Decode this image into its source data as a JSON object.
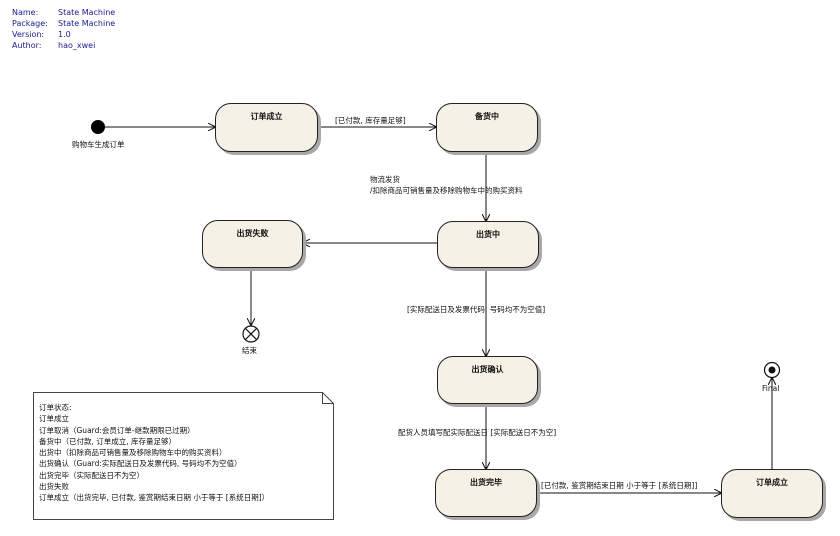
{
  "meta": {
    "rows": [
      {
        "key": "Name:",
        "value": "State Machine"
      },
      {
        "key": "Package:",
        "value": "State Machine"
      },
      {
        "key": "Version:",
        "value": "1.0"
      },
      {
        "key": "Author:",
        "value": "hao_xwei"
      }
    ]
  },
  "initial_label": "购物车生成订单",
  "states": {
    "order_created": "订单成立",
    "stocking": "备货中",
    "shipping": "出货中",
    "ship_failed": "出货失败",
    "ship_confirm": "出货确认",
    "ship_done": "出货完毕",
    "order_done": "订单成立"
  },
  "transitions": {
    "t1": "[已付款, 库存量足够]",
    "t2_line1": "物流发货",
    "t2_line2": "/扣除商品可销售量及移除购物车中的购买资料",
    "t3": "[实际配送日及发票代码, 号码均不为空值]",
    "t4": "配货人员填写配实际配送日 [实际配送日不为空]",
    "t5": "[已付款, 鉴赏期结束日期 小于等于 [系统日期]]"
  },
  "end_label": "结束",
  "final_label": "Final",
  "note": {
    "lines": [
      "订单状态:",
      "订单成立",
      "订单取消（Guard:会员订单-继款期限已过期）",
      "备货中（已付款, 订单成立, 库存量足够）",
      "出货中（扣除商品可销售量及移除购物车中的购买资料）",
      "出货确认（Guard:实际配送日及发票代码, 号码均不为空值）",
      "出货完毕（实际配送日不为空）",
      "出货失败",
      "订单成立（出货完毕, 已付款, 鉴赏期结束日期 小于等于 [系统日期]）"
    ]
  }
}
